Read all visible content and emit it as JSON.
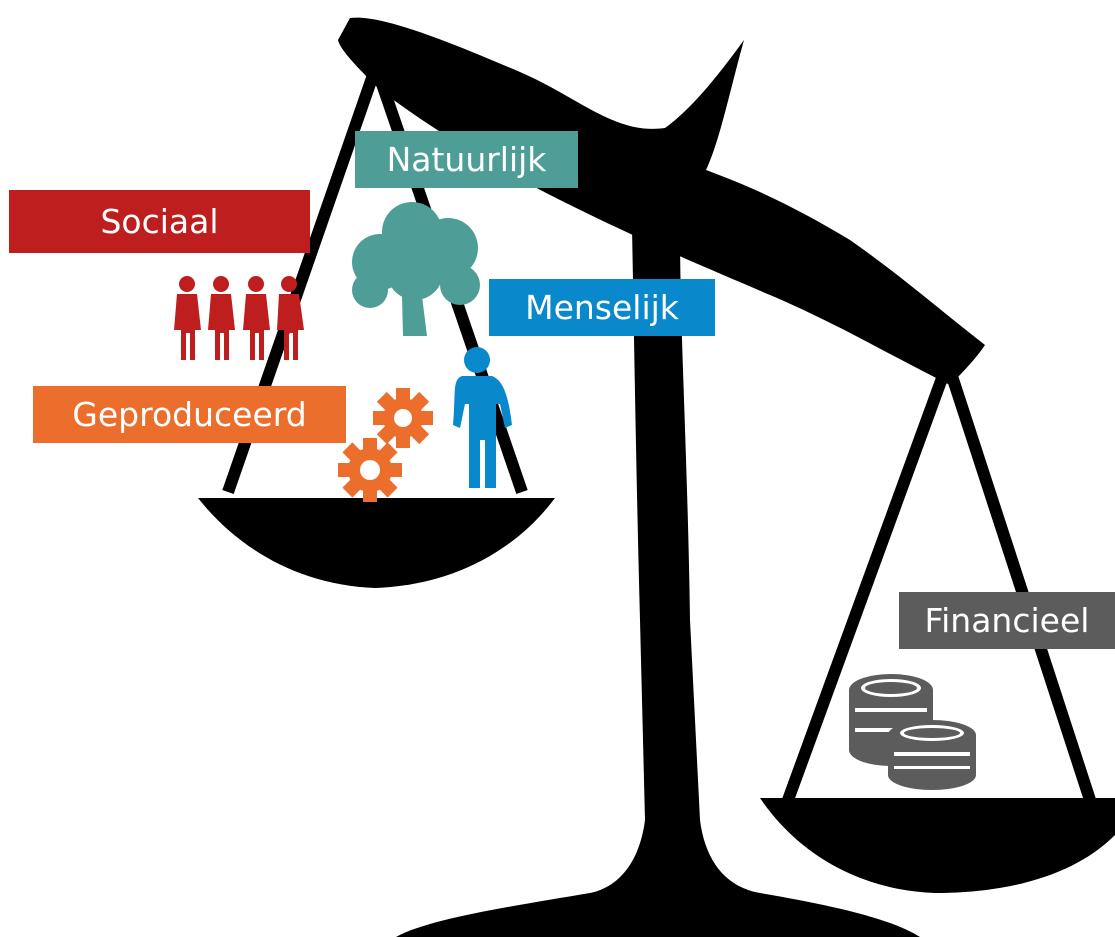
{
  "labels": {
    "sociaal": "Sociaal",
    "natuurlijk": "Natuurlijk",
    "menselijk": "Menselijk",
    "geproduceerd": "Geproduceerd",
    "financieel": "Financieel"
  },
  "colors": {
    "sociaal": "#be1e1e",
    "natuurlijk": "#4e9e97",
    "menselijk": "#0a88cc",
    "geproduceerd": "#ec6e2d",
    "financieel": "#5c5c5c",
    "scale": "#000000"
  },
  "icons": {
    "sociaal": "people-group-icon",
    "natuurlijk": "tree-icon",
    "menselijk": "person-icon",
    "geproduceerd": "gears-icon",
    "financieel": "coins-icon"
  }
}
